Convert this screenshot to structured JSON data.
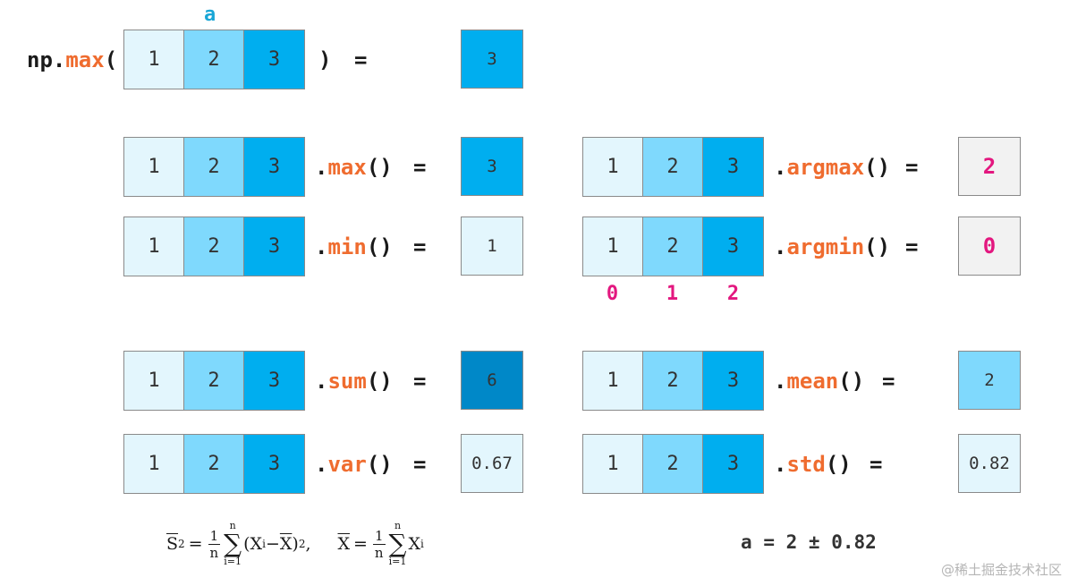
{
  "array_name": "a",
  "array_values": [
    "1",
    "2",
    "3"
  ],
  "top": {
    "prefix": "np",
    "dot": ".",
    "func": "max",
    "open": "(",
    "close": ")",
    "equals": "=",
    "result": "3"
  },
  "ops": [
    {
      "method": ".max()",
      "func": "max",
      "equals": "=",
      "result": "3"
    },
    {
      "method": ".min()",
      "func": "min",
      "equals": "=",
      "result": "1"
    },
    {
      "method": ".sum()",
      "func": "sum",
      "equals": "=",
      "result": "6"
    },
    {
      "method": ".var()",
      "func": "var",
      "equals": "=",
      "result": "0.67"
    },
    {
      "method": ".argmax()",
      "func": "argmax",
      "equals": "=",
      "result": "2"
    },
    {
      "method": ".argmin()",
      "func": "argmin",
      "equals": "=",
      "result": "0"
    },
    {
      "method": ".mean()",
      "func": "mean",
      "equals": "=",
      "result": "2"
    },
    {
      "method": ".std()",
      "func": "std",
      "equals": "=",
      "result": "0.82"
    }
  ],
  "indices": [
    "0",
    "1",
    "2"
  ],
  "summary": {
    "lhs": "a",
    "equals": "=",
    "rhs": "2 ± 0.82"
  },
  "formula": {
    "var_lhs": "S",
    "var_sup": "2",
    "one": "1",
    "n": "n",
    "upper": "n",
    "lower": "i=1",
    "term": "(X",
    "sub": "i",
    "minus": " − ",
    "xbar": "X",
    "close": ")",
    "sq": "2",
    "comma": ",",
    "mean_lhs": "X",
    "mean_term": "X",
    "mean_sub": "i",
    "eq": "="
  },
  "watermark": "@稀土掘金技术社区",
  "colors": {
    "light": "#e3f6fd",
    "mid": "#7fd9fd",
    "dark": "#00aeef",
    "darker": "#0088c8",
    "gray": "#f2f2f2",
    "accent": "#ef6c2f",
    "index": "#e3177f"
  }
}
